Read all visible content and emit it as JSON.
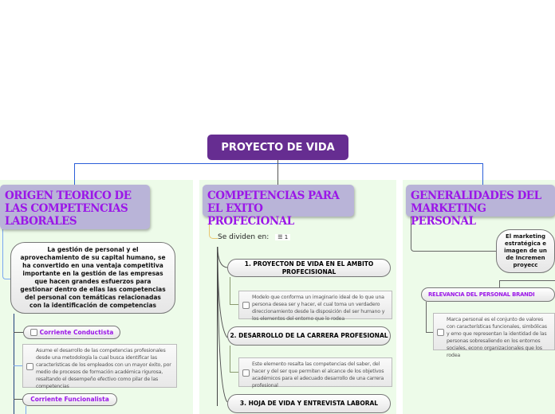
{
  "root": {
    "title": "PROYECTO DE VIDA",
    "color": "#662d91"
  },
  "left": {
    "topic": "ORIGEN TEORICO DE LAS COMPETENCIAS LABORALES",
    "summary": "La gestión de personal y el aprovechamiento de su capital humano, se ha convertido en una ventaja competitiva importante en la gestión de las empresas que hacen grandes esfuerzos para gestionar dentro de ellas las competencias del personal con temáticas relacionadas con la identificación de competencias",
    "items": [
      {
        "label": "Corriente Conductista",
        "note": "Asume el desarrollo de las competencias profesionales desde una metodología la cual busca identificar las características de los empleados con un mayor éxito, por medio de procesos de formación académica rigurosa, resaltando el desempeño efectivo como pilar de las competencias"
      },
      {
        "label": "Corriente Funcionalista"
      }
    ]
  },
  "middle": {
    "topic": "COMPETENCIAS PARA EL EXITO PROFECIONAL",
    "subtitle": "Se dividen en:",
    "list_count": "1",
    "items": [
      {
        "label": "1. PROYECTON DE VIDA EN EL AMBITO PROFECISIONAL",
        "note": "Modelo que conforma un imaginario ideal de lo que una persona desea ser y hacer, el cual toma un verdadero direccionamiento desde la disposición del ser humano y los elementos del entorno que lo rodea"
      },
      {
        "label": "2. DESARROLLO DE LA CARRERA PROFESIONAL",
        "note": "Este elemento resalta las competencias del saber, del hacer y del ser que permiten el alcance de los objetivos académicos para el adecuado desarrollo de una carrera profesional"
      },
      {
        "label": "3. HOJA DE VIDA Y ENTREVISTA LABORAL"
      }
    ]
  },
  "right": {
    "topic": "GENERALIDADES DEL MARKETING PERSONAL",
    "summary": "El marketing estratégica e imagen de un de Incremen proyecc",
    "items": [
      {
        "label": "RELEVANCIA DEL PERSONAL BRANDI",
        "note": "Marca personal es el conjunto de valores con características funcionales, simbólicas y emo que representan la identidad de las personas sobresaliendo en los entornos sociales, econo organizacionales que los rodea"
      }
    ]
  }
}
